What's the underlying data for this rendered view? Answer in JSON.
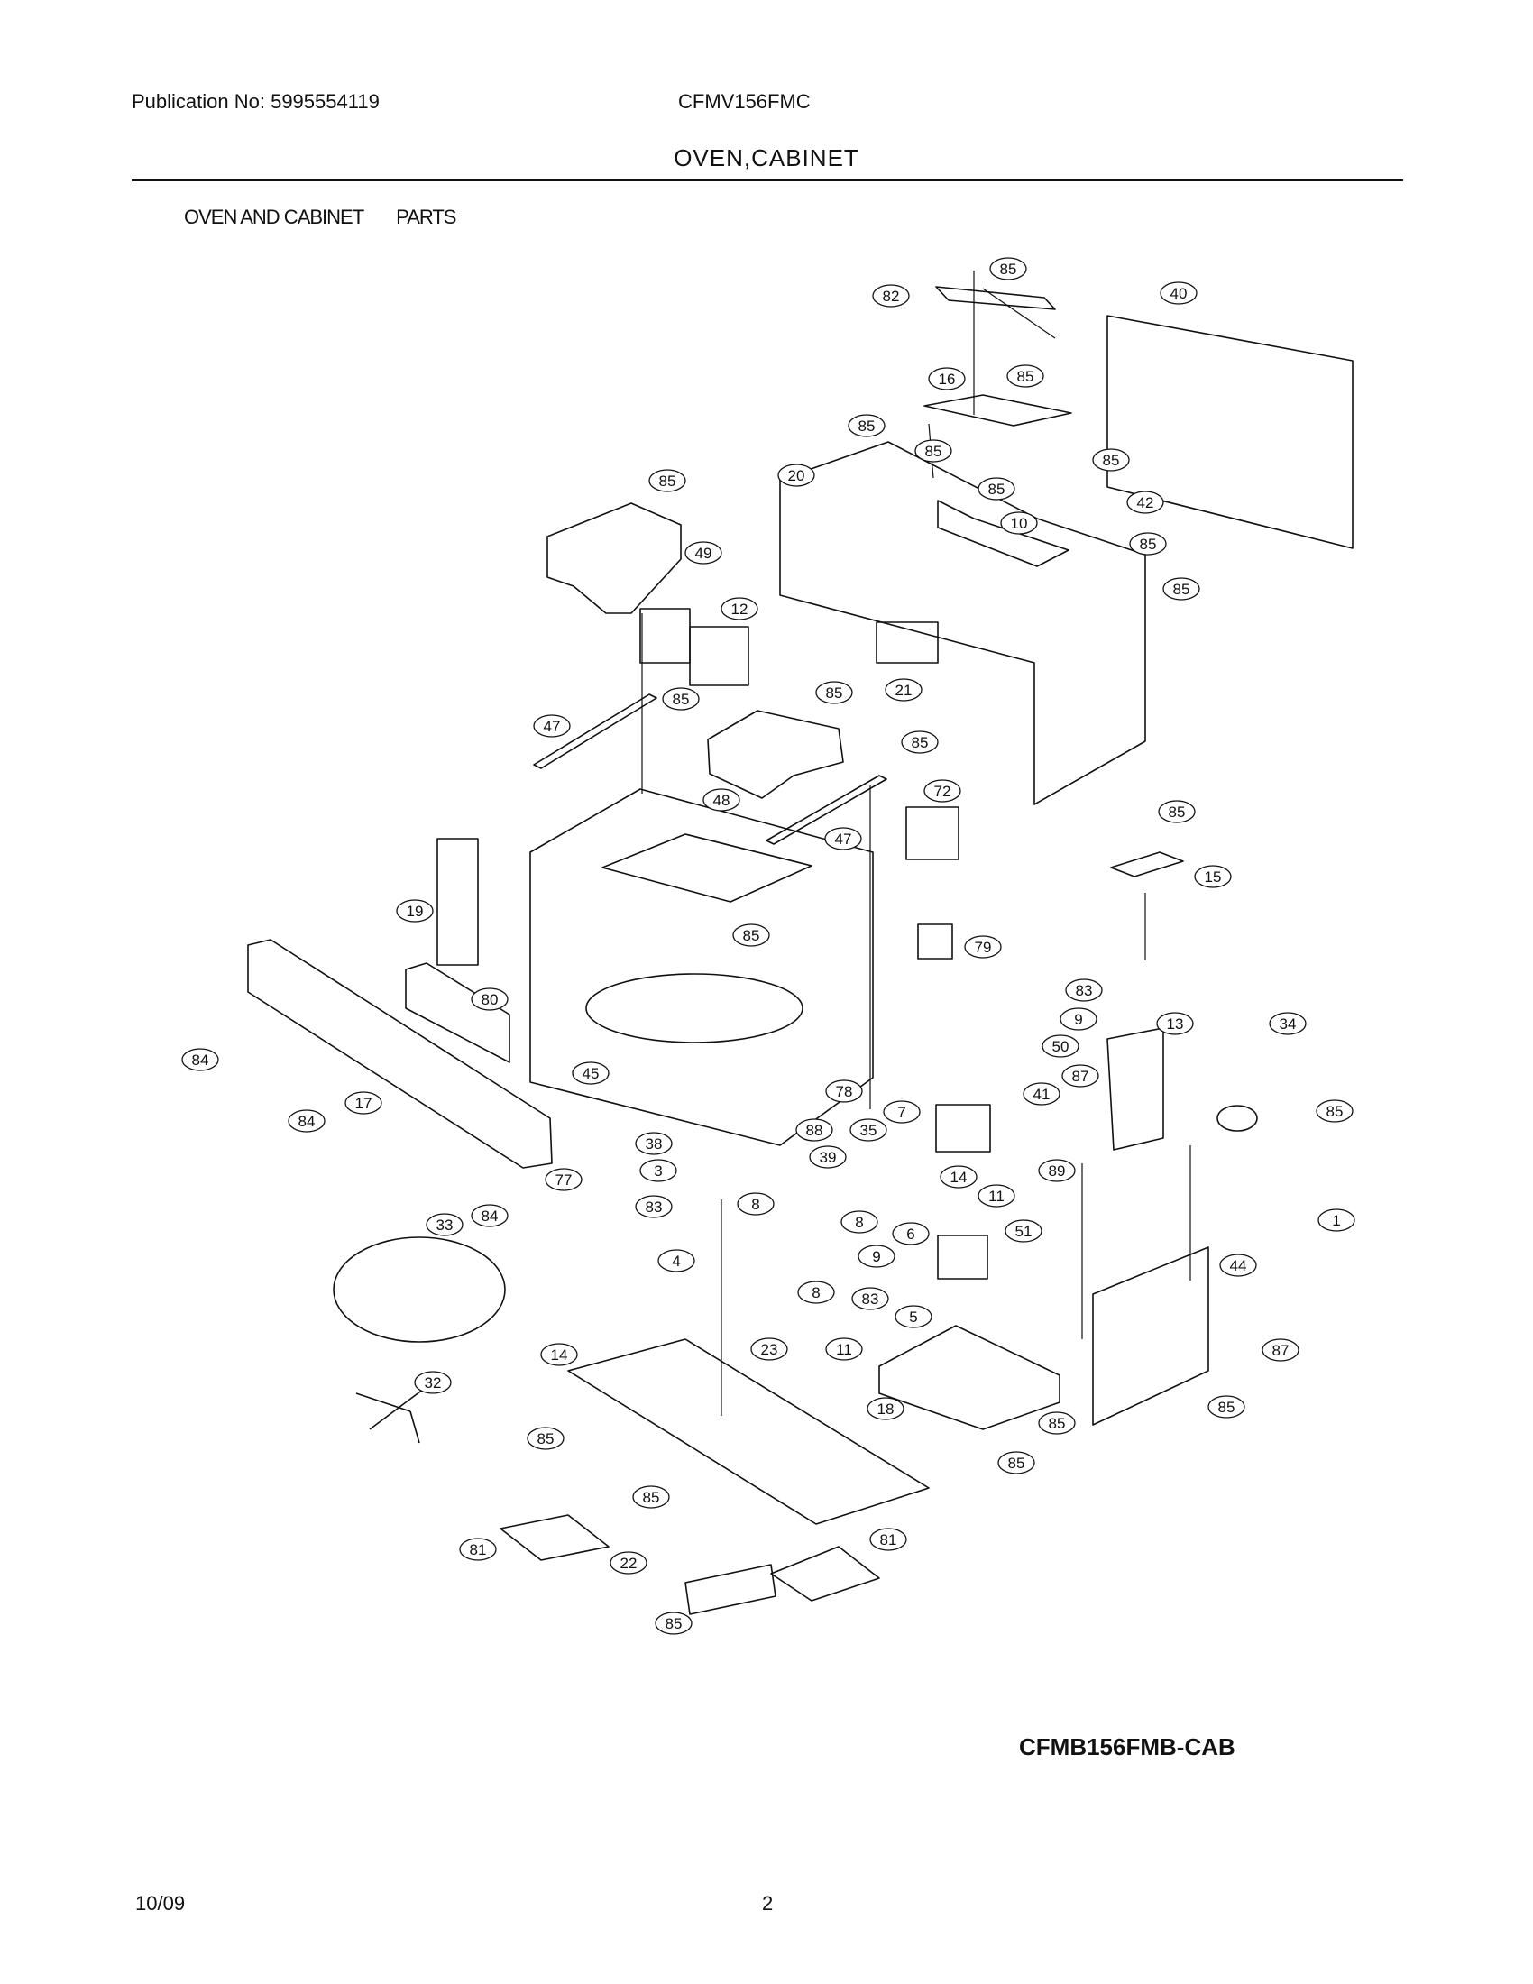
{
  "header": {
    "publication": "Publication No: 5995554119",
    "model": "CFMV156FMC",
    "title": "OVEN,CABINET"
  },
  "section": {
    "left": "OVEN AND CABINET",
    "right": "PARTS"
  },
  "assembly_code": "CFMB156FMB-CAB",
  "footer": {
    "date": "10/09",
    "page": "2"
  },
  "callouts": [
    "85",
    "82",
    "40",
    "16",
    "85",
    "85",
    "85",
    "85",
    "20",
    "85",
    "42",
    "10",
    "85",
    "85",
    "49",
    "85",
    "12",
    "85",
    "85",
    "21",
    "47",
    "85",
    "48",
    "72",
    "47",
    "85",
    "15",
    "19",
    "85",
    "79",
    "80",
    "83",
    "9",
    "13",
    "34",
    "84",
    "45",
    "50",
    "87",
    "78",
    "41",
    "85",
    "17",
    "84",
    "88",
    "35",
    "7",
    "89",
    "38",
    "39",
    "77",
    "3",
    "14",
    "11",
    "83",
    "84",
    "33",
    "8",
    "8",
    "6",
    "51",
    "4",
    "9",
    "1",
    "44",
    "8",
    "83",
    "5",
    "14",
    "23",
    "11",
    "18",
    "87",
    "32",
    "85",
    "85",
    "85",
    "85",
    "85",
    "81",
    "22",
    "81",
    "85"
  ]
}
